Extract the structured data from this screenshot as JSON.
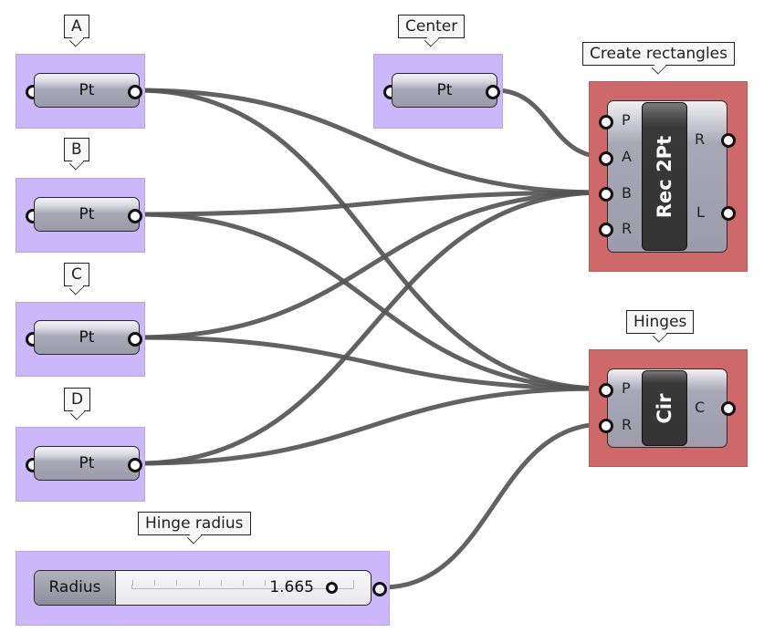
{
  "canvas": {
    "background": "#ffffff",
    "param_group_color": "#cbb8fb",
    "component_group_color": "#cf6868",
    "wire_color": "#555555"
  },
  "point_params": [
    {
      "id": "A",
      "group_label": "A",
      "nickname": "Pt"
    },
    {
      "id": "B",
      "group_label": "B",
      "nickname": "Pt"
    },
    {
      "id": "C",
      "group_label": "C",
      "nickname": "Pt"
    },
    {
      "id": "D",
      "group_label": "D",
      "nickname": "Pt"
    },
    {
      "id": "Center",
      "group_label": "Center",
      "nickname": "Pt"
    }
  ],
  "components": {
    "rectangle": {
      "group_label": "Create rectangles",
      "nickname": "Rec 2Pt",
      "inputs": [
        "P",
        "A",
        "B",
        "R"
      ],
      "outputs": [
        "R",
        "L"
      ]
    },
    "circle": {
      "group_label": "Hinges",
      "nickname": "Cir",
      "inputs": [
        "P",
        "R"
      ],
      "outputs": [
        "C"
      ]
    }
  },
  "slider": {
    "group_label": "Hinge radius",
    "name": "Radius",
    "value": "1.665",
    "tick_count": 10
  },
  "wires": [
    {
      "from": "A.out",
      "to": "rectangle.B"
    },
    {
      "from": "A.out",
      "to": "circle.P"
    },
    {
      "from": "B.out",
      "to": "rectangle.B"
    },
    {
      "from": "B.out",
      "to": "circle.P"
    },
    {
      "from": "C.out",
      "to": "rectangle.B"
    },
    {
      "from": "C.out",
      "to": "circle.P"
    },
    {
      "from": "D.out",
      "to": "rectangle.B"
    },
    {
      "from": "D.out",
      "to": "circle.P"
    },
    {
      "from": "Center.out",
      "to": "rectangle.A"
    },
    {
      "from": "slider.out",
      "to": "circle.R"
    }
  ]
}
